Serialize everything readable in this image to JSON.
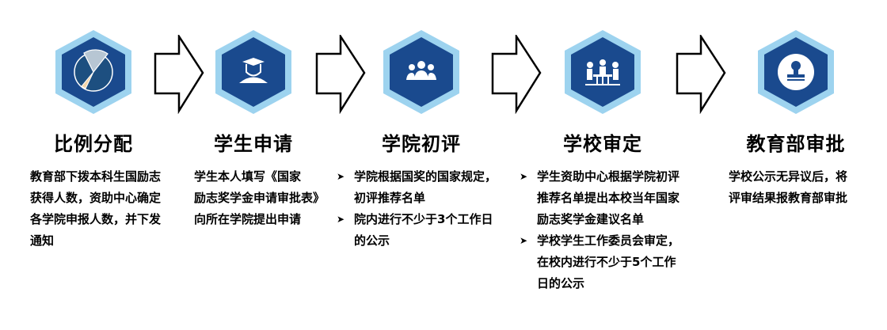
{
  "colors": {
    "hex_outer": "#9dd3ef",
    "hex_inner": "#1a4a8e"
  },
  "steps": [
    {
      "title": "比例分配",
      "icon": "pie-chart-icon",
      "lines": [
        "教育部下拨本科生国励志",
        "获得人数，资助中心确定",
        "各学院申报人数，并下发",
        "通知"
      ]
    },
    {
      "title": "学生申请",
      "icon": "graduate-icon",
      "lines": [
        "学生本人填写《国家",
        "励志奖学金申请审批表》",
        "向所在学院提出申请"
      ]
    },
    {
      "title": "学院初评",
      "icon": "group-icon",
      "bullets": [
        [
          "学院根据国奖的国家规定，",
          "初评推荐名单"
        ],
        [
          "院内进行不少于3个工作日",
          "的公示"
        ]
      ]
    },
    {
      "title": "学校审定",
      "icon": "meeting-icon",
      "bullets": [
        [
          "学生资助中心根据学院初评",
          "推荐名单提出本校当年国家",
          "励志奖学金建议名单"
        ],
        [
          "学校学生工作委员会审定，",
          "在校内进行不少于5个工作",
          "日的公示"
        ]
      ]
    },
    {
      "title": "教育部审批",
      "icon": "stamp-icon",
      "lines": [
        "学校公示无异议后，将",
        "评审结果报教育部审批"
      ]
    }
  ],
  "bullet_marker": "➤"
}
